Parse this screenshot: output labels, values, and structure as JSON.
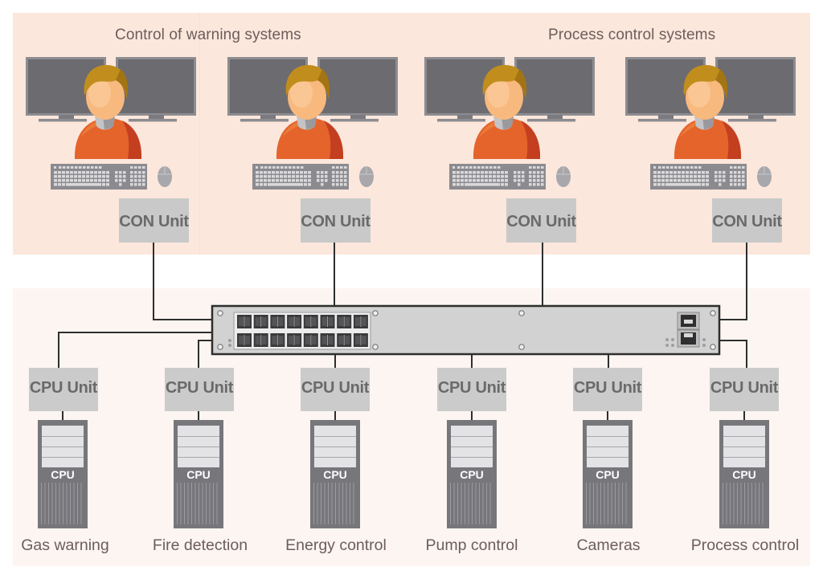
{
  "sections": {
    "warning_title": "Control of warning systems",
    "process_title": "Process control systems"
  },
  "workstations": [
    {
      "group": "Control of warning systems",
      "con_unit": "CON Unit"
    },
    {
      "group": "Control of warning systems",
      "con_unit": "CON Unit"
    },
    {
      "group": "Process control systems",
      "con_unit": "CON Unit"
    },
    {
      "group": "Process control systems",
      "con_unit": "CON Unit"
    }
  ],
  "switch": {
    "sfp_port_rows": 2,
    "sfp_ports_per_row": 8,
    "rj45_ports": 2
  },
  "systems": [
    {
      "unit_label": "CPU Unit",
      "tower_label": "CPU",
      "name": "Gas warning"
    },
    {
      "unit_label": "CPU Unit",
      "tower_label": "CPU",
      "name": "Fire detection"
    },
    {
      "unit_label": "CPU Unit",
      "tower_label": "CPU",
      "name": "Energy control"
    },
    {
      "unit_label": "CPU Unit",
      "tower_label": "CPU",
      "name": "Pump control"
    },
    {
      "unit_label": "CPU Unit",
      "tower_label": "CPU",
      "name": "Cameras"
    },
    {
      "unit_label": "CPU Unit",
      "tower_label": "CPU",
      "name": "Process control"
    }
  ],
  "colors": {
    "operator_panel": "#fce7dc",
    "systems_panel": "#fcf5f1",
    "unit_box": "#c9c9c9",
    "cable": "#2e2e2e",
    "shirt": "#e4642c",
    "hair": "#c18d1c",
    "face": "#f8b97f"
  }
}
